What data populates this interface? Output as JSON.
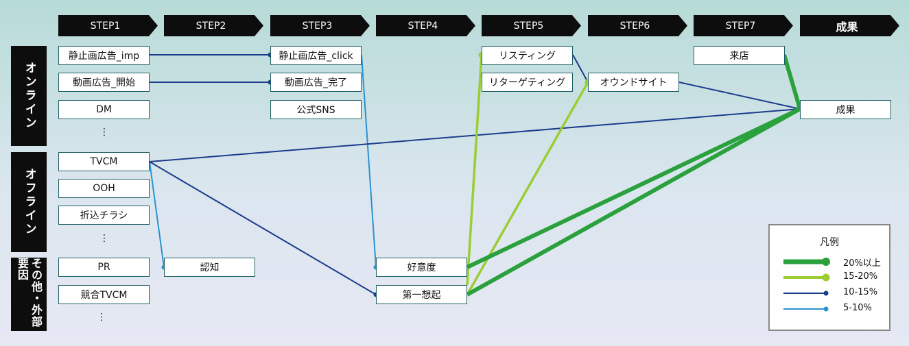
{
  "steps": [
    "STEP1",
    "STEP2",
    "STEP3",
    "STEP4",
    "STEP5",
    "STEP6",
    "STEP7",
    "成果"
  ],
  "categories": {
    "online": "オンライン",
    "offline": "オフライン",
    "other": "その他・外部要因"
  },
  "nodes": {
    "static_ad_imp": "静止画広告_imp",
    "video_ad_start": "動画広告_開始",
    "dm": "DM",
    "tvcm": "TVCM",
    "ooh": "OOH",
    "flyer": "折込チラシ",
    "pr": "PR",
    "competitor_tvcm": "競合TVCM",
    "awareness": "認知",
    "static_ad_click": "静止画広告_click",
    "video_ad_complete": "動画広告_完了",
    "official_sns": "公式SNS",
    "favorability": "好意度",
    "top_of_mind": "第一想起",
    "listing": "リスティング",
    "retargeting": "リターゲティング",
    "owned_site": "オウンドサイト",
    "store_visit": "来店",
    "result": "成果"
  },
  "ellipsis": "⋮",
  "legend": {
    "title": "凡例",
    "items": [
      {
        "label": "20%以上",
        "color": "#2aa13d"
      },
      {
        "label": "15-20%",
        "color": "#9acd32"
      },
      {
        "label": "10-15%",
        "color": "#1b3c8c"
      },
      {
        "label": "5-10%",
        "color": "#2a92d2"
      }
    ]
  },
  "colors": {
    "strong": "#2aa13d",
    "medium": "#9acd32",
    "dark": "#1b3c8c",
    "light": "#2a92d2"
  }
}
